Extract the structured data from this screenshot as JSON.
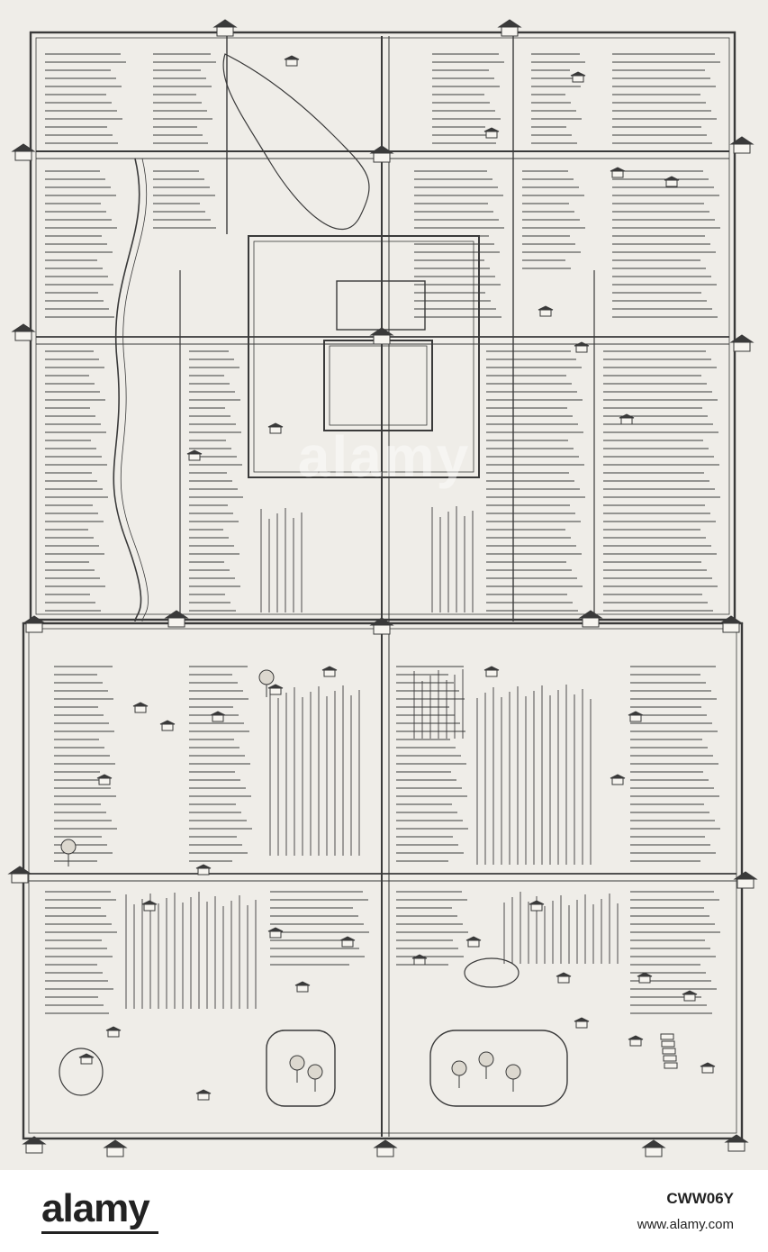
{
  "map": {
    "watermark_text": "alamy",
    "colors": {
      "paper": "#efede8",
      "ink": "#3a3a3a",
      "footer_bg": "#ffffff",
      "footer_text": "#222222"
    },
    "icons": [
      "gate-tower-icon",
      "pavilion-icon",
      "pagoda-icon",
      "tree-icon",
      "lake-icon"
    ]
  },
  "footer": {
    "logo": "alamy",
    "image_id": "CWW06Y",
    "url": "www.alamy.com"
  }
}
